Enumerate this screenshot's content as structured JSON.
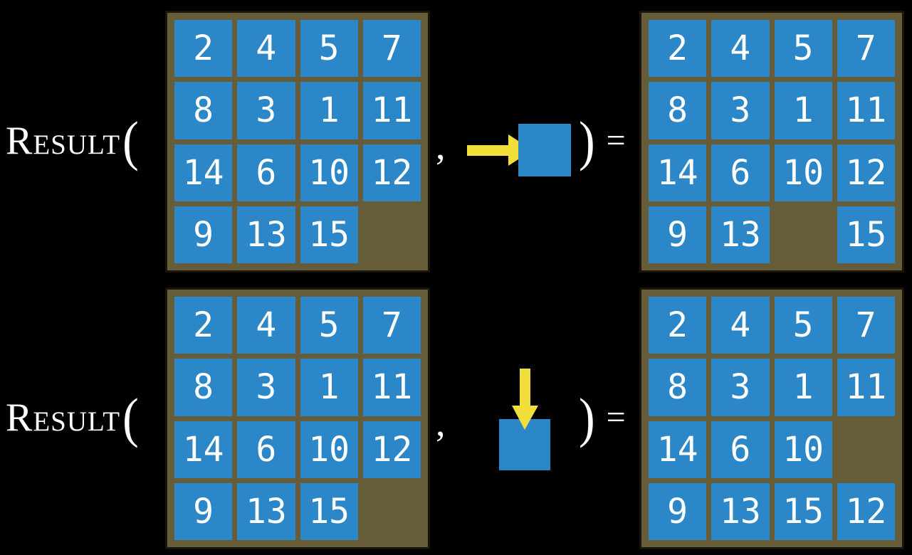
{
  "colors": {
    "background": "#000000",
    "board-frame": "#665c38",
    "board-border": "#191409",
    "tile-blue": "#2b87c8",
    "arrow-yellow": "#f2de3b",
    "text-white": "#ffffff"
  },
  "figure": {
    "rows": [
      {
        "function_name": "Result",
        "open_paren": "(",
        "comma": ",",
        "close_paren": ")",
        "equals": "=",
        "move": {
          "direction": "right",
          "icon": "right-arrow-into-tile"
        },
        "input_board": [
          [
            2,
            4,
            5,
            7
          ],
          [
            8,
            3,
            1,
            11
          ],
          [
            14,
            6,
            10,
            12
          ],
          [
            9,
            13,
            15,
            null
          ]
        ],
        "output_board": [
          [
            2,
            4,
            5,
            7
          ],
          [
            8,
            3,
            1,
            11
          ],
          [
            14,
            6,
            10,
            12
          ],
          [
            9,
            13,
            null,
            15
          ]
        ]
      },
      {
        "function_name": "Result",
        "open_paren": "(",
        "comma": ",",
        "close_paren": ")",
        "equals": "=",
        "move": {
          "direction": "down",
          "icon": "down-arrow-into-tile"
        },
        "input_board": [
          [
            2,
            4,
            5,
            7
          ],
          [
            8,
            3,
            1,
            11
          ],
          [
            14,
            6,
            10,
            12
          ],
          [
            9,
            13,
            15,
            null
          ]
        ],
        "output_board": [
          [
            2,
            4,
            5,
            7
          ],
          [
            8,
            3,
            1,
            11
          ],
          [
            14,
            6,
            10,
            null
          ],
          [
            9,
            13,
            15,
            12
          ]
        ]
      }
    ]
  }
}
